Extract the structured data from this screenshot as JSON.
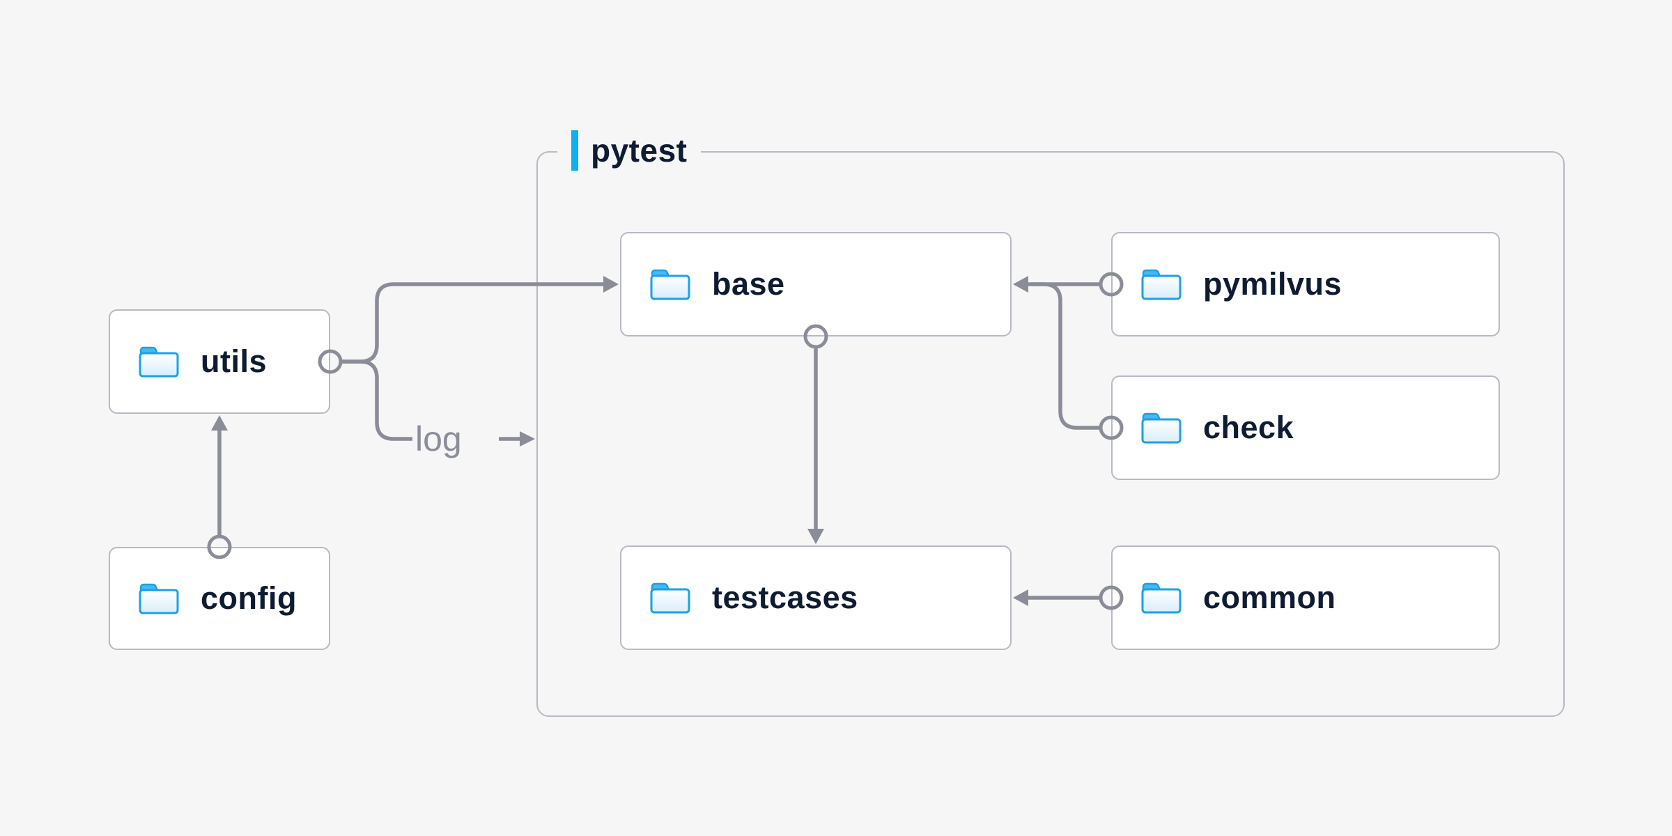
{
  "canvas": {
    "background": "#f6f6f7"
  },
  "group": {
    "label": "pytest"
  },
  "nodes": [
    {
      "id": "utils",
      "label": "utils",
      "icon": "folder-icon"
    },
    {
      "id": "config",
      "label": "config",
      "icon": "folder-icon"
    },
    {
      "id": "base",
      "label": "base",
      "icon": "folder-icon"
    },
    {
      "id": "pymilvus",
      "label": "pymilvus",
      "icon": "folder-icon"
    },
    {
      "id": "check",
      "label": "check",
      "icon": "folder-icon"
    },
    {
      "id": "testcases",
      "label": "testcases",
      "icon": "folder-icon"
    },
    {
      "id": "common",
      "label": "common",
      "icon": "folder-icon"
    }
  ],
  "edges": [
    {
      "from": "config",
      "to": "utils"
    },
    {
      "from": "utils",
      "to": "base"
    },
    {
      "from": "utils",
      "to": "log-output",
      "label": "log"
    },
    {
      "from": "pymilvus",
      "to": "base"
    },
    {
      "from": "check",
      "to": "base"
    },
    {
      "from": "base",
      "to": "testcases"
    },
    {
      "from": "common",
      "to": "testcases"
    }
  ],
  "edge_label": "log",
  "colors": {
    "background": "#f6f6f7",
    "box_border": "#b7b9c3",
    "box_fill": "#ffffff",
    "connector": "#8a8c98",
    "node_text": "#0e1b33",
    "muted_text": "#8b8d99",
    "accent_blue": "#0db0f2",
    "folder_outline": "#1aa1e7",
    "folder_tab": "#48b8f0"
  }
}
